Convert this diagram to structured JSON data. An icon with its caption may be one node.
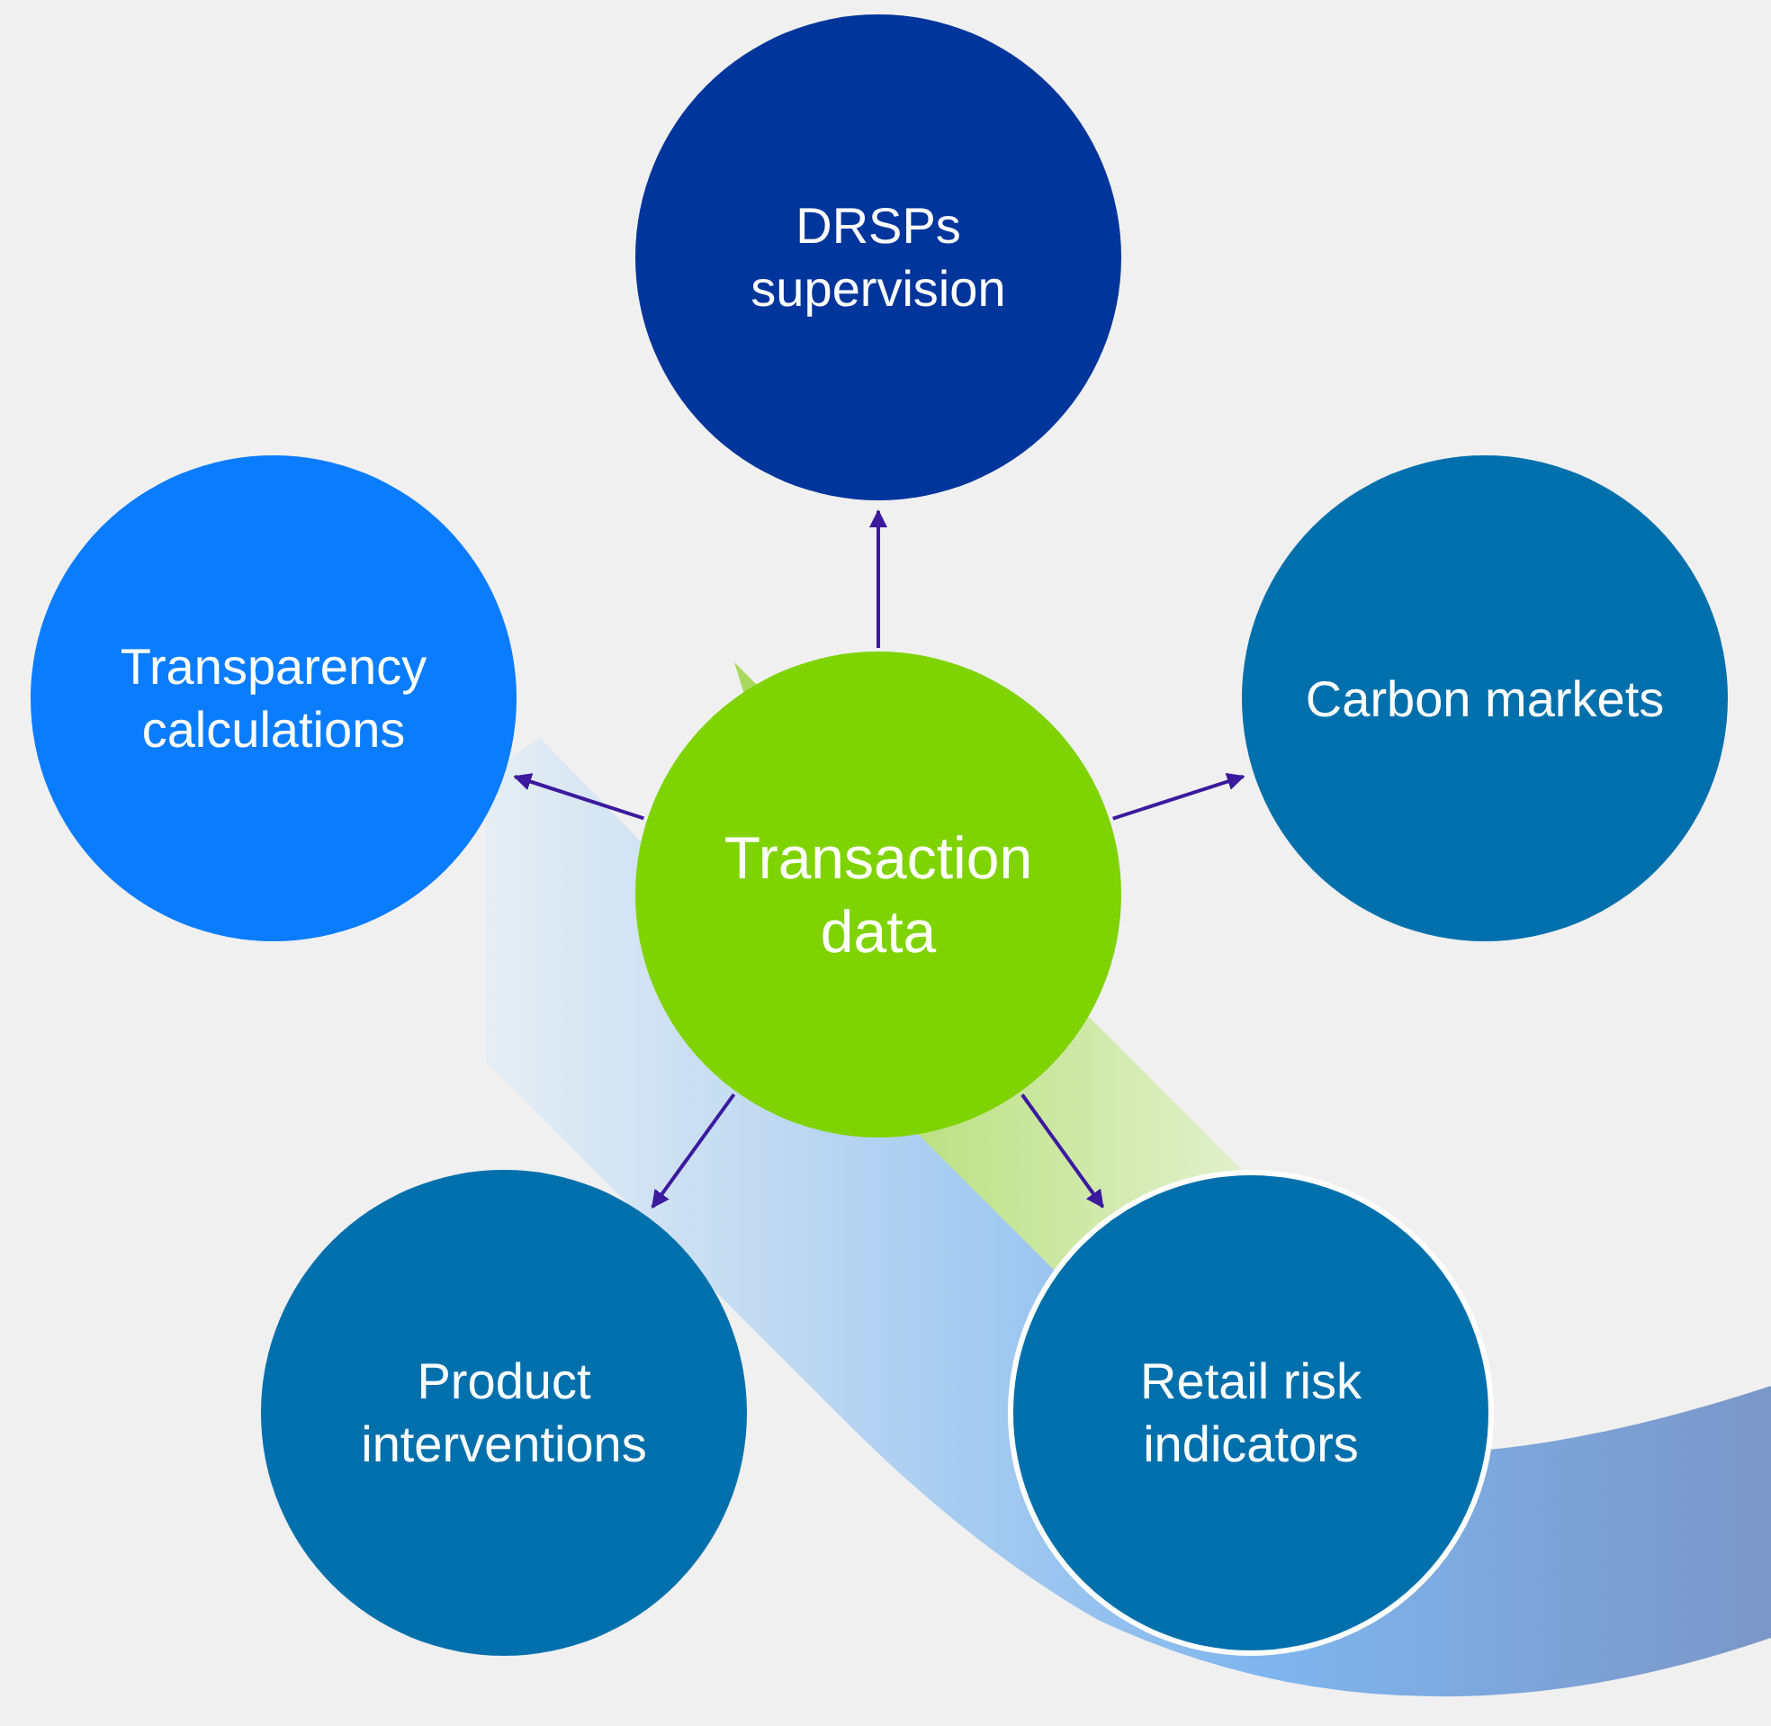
{
  "diagram": {
    "nodes": [
      {
        "text": [
          "Transaction data"
        ]
      },
      {
        "text": [
          "DRSPs supervision"
        ]
      },
      {
        "text": [
          "Transparency calculations"
        ]
      },
      {
        "text": [
          "Carbon markets"
        ]
      },
      {
        "text": [
          "Product interventions"
        ]
      },
      {
        "text": [
          "Retail risk indicators"
        ]
      }
    ],
    "edges": [
      {
        "from": 0,
        "to": 1,
        "arrow": "to"
      },
      {
        "from": 0,
        "to": 2,
        "arrow": "to"
      },
      {
        "from": 0,
        "to": 3,
        "arrow": "to"
      },
      {
        "from": 0,
        "to": 4,
        "arrow": "to"
      },
      {
        "from": 0,
        "to": 5,
        "arrow": "to"
      }
    ]
  }
}
